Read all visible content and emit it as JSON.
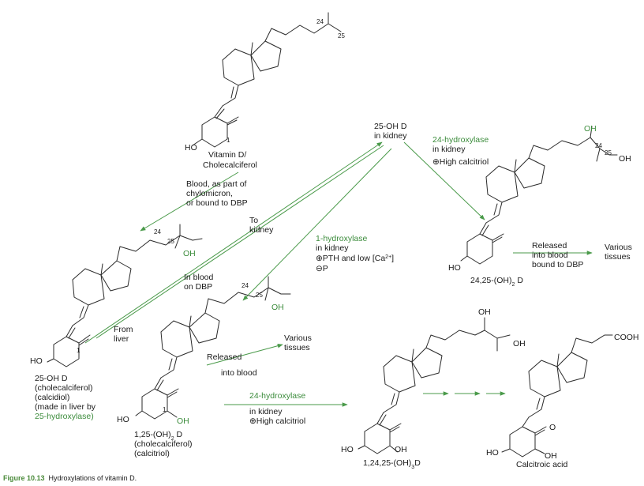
{
  "structures": {
    "vitamin_d": {
      "name_line1": "Vitamin D/",
      "name_line2": "Cholecalciferol",
      "ho": "HO",
      "num_24": "24",
      "num_25": "25",
      "num_1": "1"
    },
    "oh25": {
      "name_line1": "25-OH D",
      "name_line2": "(cholecalciferol)",
      "name_line3": "(calcidiol)",
      "name_line4": "(made in liver by",
      "name_line5": "25-hydroxylase)",
      "ho": "HO",
      "oh": "OH",
      "num_24": "24",
      "num_25": "25",
      "num_1": "1"
    },
    "oh125": {
      "name_line1": "1,25-(OH)",
      "name_sub": "2",
      "name_line1b": " D",
      "name_line2": "(cholecalciferol)",
      "name_line3": "(calcitriol)",
      "ho": "HO",
      "oh_side": "OH",
      "oh_ring": "OH",
      "num_24": "24",
      "num_25": "25",
      "num_1": "1"
    },
    "oh2425": {
      "name_a": "24,25-(OH)",
      "name_sub": "2",
      "name_b": " D",
      "ho": "HO",
      "oh_top": "OH",
      "oh_right": "OH",
      "num_24": "24",
      "num_25": "25"
    },
    "oh12425": {
      "name_a": "1,24,25-(OH)",
      "name_sub": "3",
      "name_b": "D",
      "ho": "HO",
      "oh_ring": "OH",
      "oh_top": "OH",
      "oh_right": "OH"
    },
    "calcitroic": {
      "name": "Calcitroic acid",
      "ho": "HO",
      "oh": "OH",
      "o": "O",
      "cooh": "COOH"
    }
  },
  "labels": {
    "blood_1": "Blood, as part of",
    "blood_2": "chylomicron,",
    "blood_3": "or bound to DBP",
    "to_kidney_1": "To",
    "to_kidney_2": "kidney",
    "in_blood_1": "In blood",
    "in_blood_2": "on DBP",
    "from_liver_1": "From",
    "from_liver_2": "liver",
    "hub_1": "25-OH D",
    "hub_2": "in kidney",
    "hydrox24_top": "24-hydroxylase",
    "in_kidney_a": "in kidney",
    "high_calcitriol_a": "⊕High calcitriol",
    "hydrox1": "1-hydroxylase",
    "in_kidney_b": "in kidney",
    "pth_a": "⊕PTH and low [Ca",
    "pth_sup": "2+",
    "pth_b": "]",
    "minus_p": "⊖P",
    "released_a1": "Released",
    "released_a2": "into blood",
    "released_a3": "bound to DBP",
    "various_a1": "Various",
    "various_a2": "tissues",
    "released_b1": "Released",
    "released_b2": "into blood",
    "various_b1": "Various",
    "various_b2": "tissues",
    "hydrox24_bottom": "24-hydroxylase",
    "in_kidney_c": "in kidney",
    "high_calcitriol_c": "⊕High calcitriol"
  },
  "caption": {
    "number": "Figure 10.13",
    "text": "Hydroxylations of vitamin D."
  },
  "colors": {
    "arrow": "#4a9a4a",
    "highlight_text": "#3c8c3c",
    "bond": "#2a2a2a",
    "caption_number": "#4a8a3a"
  }
}
